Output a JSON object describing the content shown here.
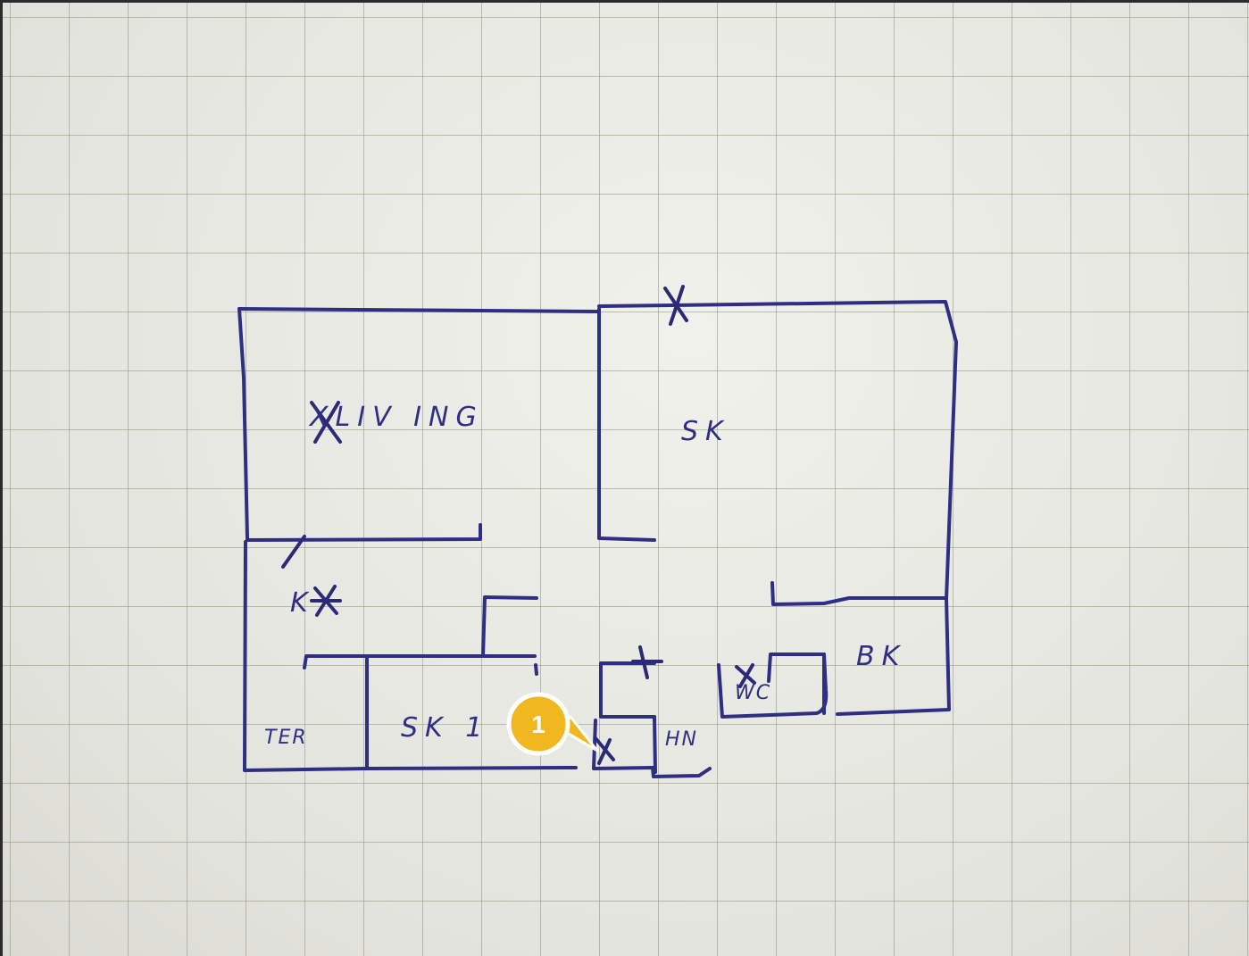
{
  "rooms": {
    "living": "XLIV ING",
    "sk": "SK",
    "k": "K",
    "sk1": "SK 1",
    "ter": "TER",
    "hn": "HN",
    "wc": "WC",
    "bk": "BK"
  },
  "callout": {
    "number": "1",
    "color": "#f0b81e"
  },
  "colors": {
    "ink": "#2e2e82",
    "paper": "#e9e9e4"
  }
}
